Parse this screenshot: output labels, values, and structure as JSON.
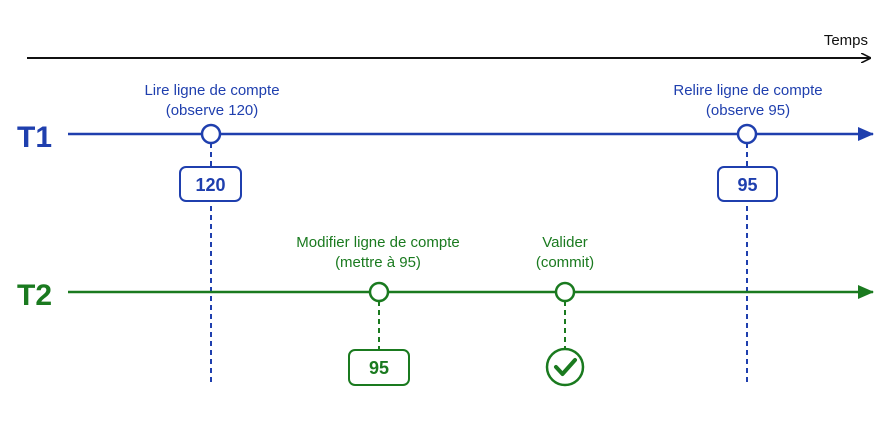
{
  "time_axis": {
    "label": "Temps"
  },
  "colors": {
    "t1": "#1f3fae",
    "t2": "#1a7a1f",
    "axis": "#111111",
    "box_bg": "#ffffff"
  },
  "t1": {
    "label": "T1",
    "read_event": {
      "line1": "Lire ligne de compte",
      "line2": "(observe 120)",
      "value": "120"
    },
    "reread_event": {
      "line1": "Relire ligne de compte",
      "line2": "(observe 95)",
      "value": "95"
    }
  },
  "t2": {
    "label": "T2",
    "modify_event": {
      "line1": "Modifier ligne de compte",
      "line2": "(mettre à 95)",
      "value": "95"
    },
    "commit_event": {
      "line1": "Valider",
      "line2": "(commit)",
      "icon": "check-circle-icon"
    }
  }
}
